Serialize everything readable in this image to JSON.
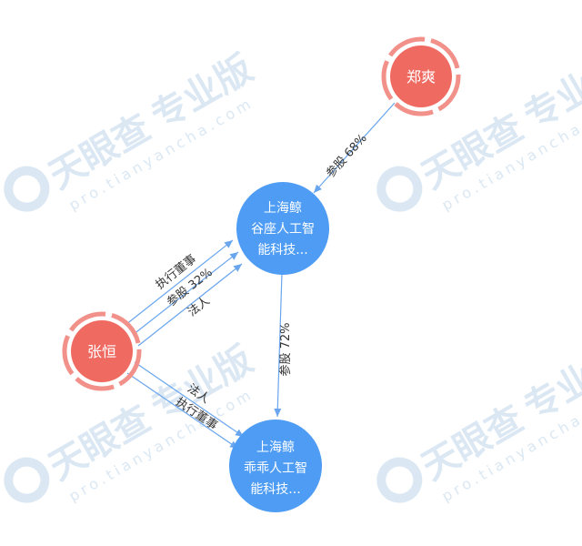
{
  "watermark": {
    "brand": "天眼查",
    "edition": "专业版",
    "domain": "pro.tianyancha.com"
  },
  "nodes": {
    "zheng_shuang": {
      "label": "郑爽"
    },
    "zhang_heng": {
      "label": "张恒"
    },
    "company_jinggu": {
      "lines": [
        "上海鲸",
        "谷座人工智",
        "能科技..."
      ]
    },
    "company_guaiguai": {
      "lines": [
        "上海鲸",
        "乖乖人工智",
        "能科技..."
      ]
    }
  },
  "edges": {
    "zheng_to_jinggu": {
      "label": "参股 68%"
    },
    "zhang_to_jinggu_director": {
      "label": "执行董事"
    },
    "zhang_to_jinggu_share": {
      "label": "参股 32%"
    },
    "zhang_to_jinggu_legal": {
      "label": "法人"
    },
    "jinggu_to_guaiguai": {
      "label": "参股 72%"
    },
    "zhang_to_guaiguai_legal": {
      "label": "法人"
    },
    "zhang_to_guaiguai_director": {
      "label": "执行董事"
    }
  },
  "colors": {
    "person_node": "#ef6b62",
    "person_ring": "#f2908a",
    "company_node": "#4e9cf4",
    "edge": "#6aa6ee",
    "edge_label": "#333333",
    "watermark": "#dbe8f3"
  }
}
